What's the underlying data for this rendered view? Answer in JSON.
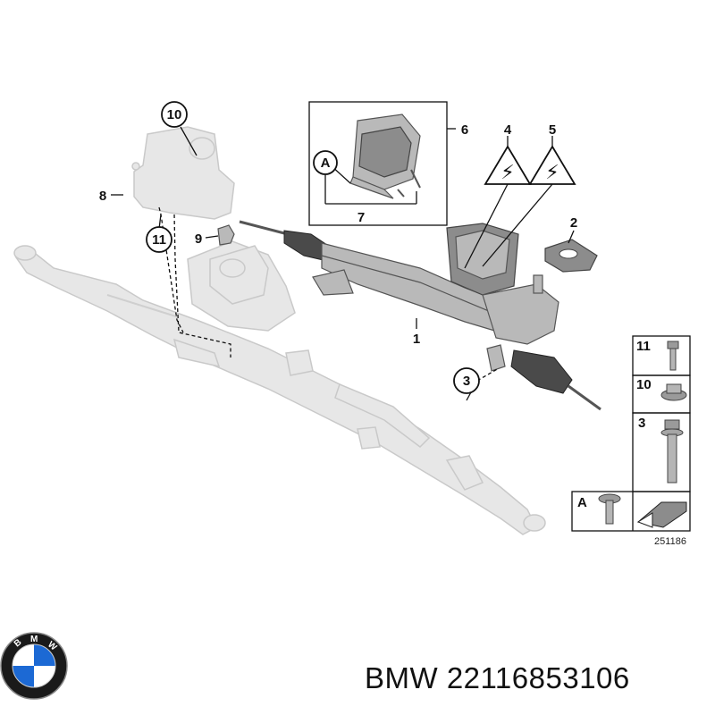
{
  "callouts": {
    "c1": "1",
    "c2": "2",
    "c3": "3",
    "c4": "4",
    "c5": "5",
    "c6": "6",
    "c7": "7",
    "c8": "8",
    "c9": "9",
    "c10": "10",
    "c11": "11",
    "ca": "A"
  },
  "legend": {
    "row_11": "11",
    "row_10": "10",
    "row_3": "3",
    "row_a": "A"
  },
  "reference_number": "251186",
  "logo": {
    "text": "BMW",
    "colors": {
      "blue": "#1c69d4",
      "white": "#ffffff",
      "ring": "#1a1a1a"
    }
  },
  "caption": "BMW 22116853106"
}
